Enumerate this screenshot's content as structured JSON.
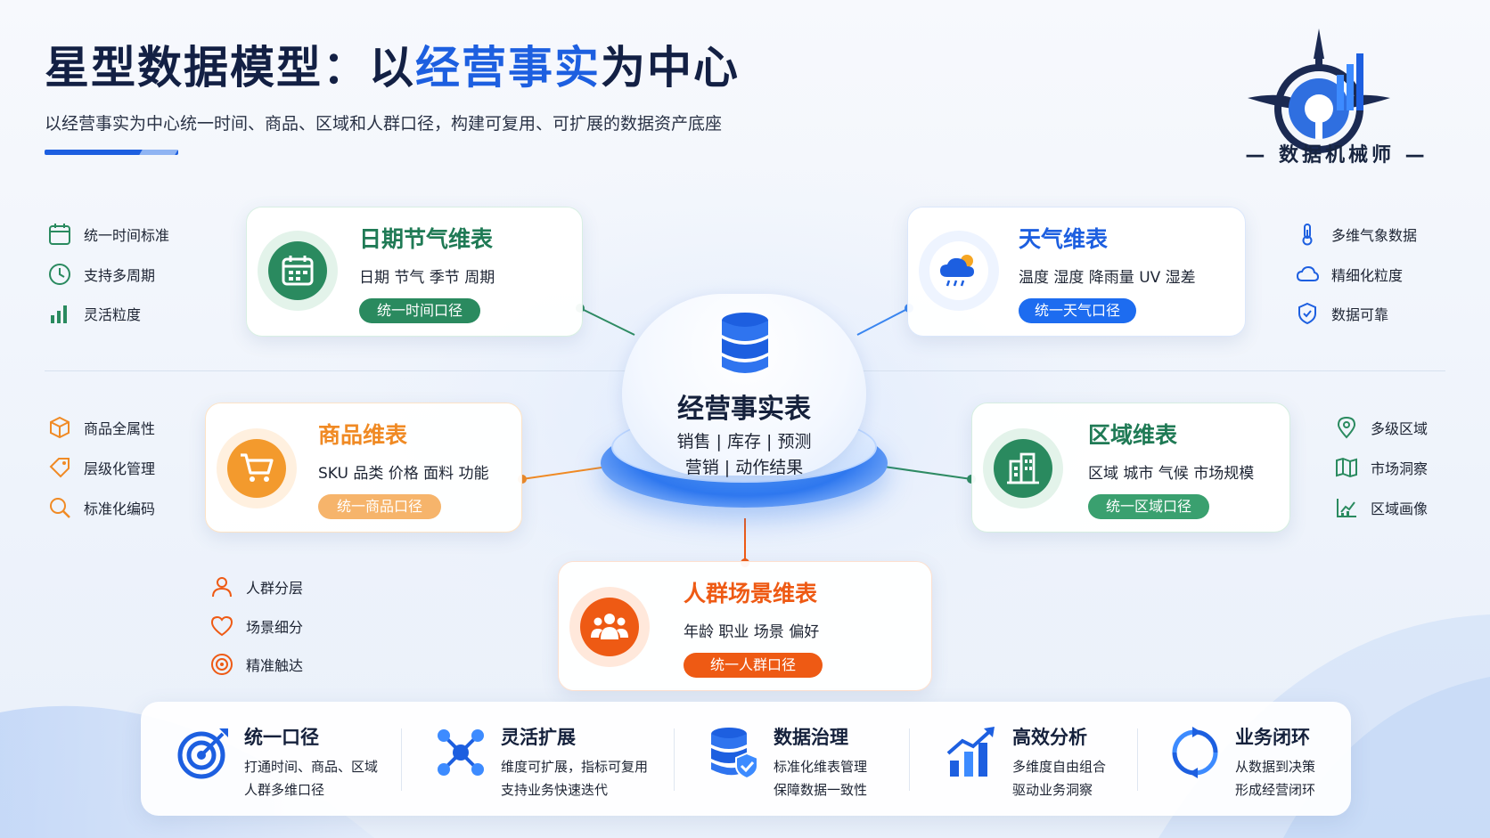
{
  "header": {
    "title_part1": "星型数据模型：以",
    "title_highlight": "经营事实",
    "title_part2": "为中心",
    "subtitle": "以经营事实为中心统一时间、商品、区域和人群口径，构建可复用、可扩展的数据资产底座"
  },
  "brand": {
    "name": "— 数据机械师 —"
  },
  "center": {
    "icon": "database-icon",
    "title": "经营事实表",
    "line1": "销售 | 库存 | 预测",
    "line2": "营销 | 动作结果"
  },
  "cards": {
    "date": {
      "title": "日期节气维表",
      "fields": "日期  节气  季节  周期",
      "pill": "统一时间口径",
      "icon": "calendar-icon",
      "color": "#1f7a55"
    },
    "weather": {
      "title": "天气维表",
      "fields": "温度  湿度  降雨量  UV  湿差",
      "pill": "统一天气口径",
      "icon": "weather-icon",
      "color": "#1d5fe0"
    },
    "product": {
      "title": "商品维表",
      "fields": "SKU  品类  价格  面料  功能",
      "pill": "统一商品口径",
      "icon": "shopping-cart-icon",
      "color": "#f08a24"
    },
    "region": {
      "title": "区域维表",
      "fields": "区域  城市  气候  市场规模",
      "pill": "统一区域口径",
      "icon": "buildings-icon",
      "color": "#1f7a55"
    },
    "people": {
      "title": "人群场景维表",
      "fields": "年龄  职业  场景  偏好",
      "pill": "统一人群口径",
      "icon": "people-icon",
      "color": "#ee5a14"
    }
  },
  "side_lists": {
    "date": [
      {
        "label": "统一时间标准",
        "icon": "calendar-icon"
      },
      {
        "label": "支持多周期",
        "icon": "clock-icon"
      },
      {
        "label": "灵活粒度",
        "icon": "bar-chart-icon"
      }
    ],
    "weather": [
      {
        "label": "多维气象数据",
        "icon": "thermometer-icon"
      },
      {
        "label": "精细化粒度",
        "icon": "cloud-icon"
      },
      {
        "label": "数据可靠",
        "icon": "shield-check-icon"
      }
    ],
    "product": [
      {
        "label": "商品全属性",
        "icon": "cube-icon"
      },
      {
        "label": "层级化管理",
        "icon": "tag-icon"
      },
      {
        "label": "标准化编码",
        "icon": "search-icon"
      }
    ],
    "region": [
      {
        "label": "多级区域",
        "icon": "location-pin-icon"
      },
      {
        "label": "市场洞察",
        "icon": "map-icon"
      },
      {
        "label": "区域画像",
        "icon": "chart-icon"
      }
    ],
    "people": [
      {
        "label": "人群分层",
        "icon": "user-icon"
      },
      {
        "label": "场景细分",
        "icon": "heart-icon"
      },
      {
        "label": "精准触达",
        "icon": "target-icon"
      }
    ]
  },
  "features": [
    {
      "title": "统一口径",
      "line1": "打通时间、商品、区域",
      "line2": "人群多维口径",
      "icon": "target-icon"
    },
    {
      "title": "灵活扩展",
      "line1": "维度可扩展，指标可复用",
      "line2": "支持业务快速迭代",
      "icon": "network-icon"
    },
    {
      "title": "数据治理",
      "line1": "标准化维表管理",
      "line2": "保障数据一致性",
      "icon": "database-shield-icon"
    },
    {
      "title": "高效分析",
      "line1": "多维度自由组合",
      "line2": "驱动业务洞察",
      "icon": "growth-chart-icon"
    },
    {
      "title": "业务闭环",
      "line1": "从数据到决策",
      "line2": "形成经营闭环",
      "icon": "cycle-icon"
    }
  ],
  "colors": {
    "primary_blue": "#1d5fe0",
    "green": "#1f7a55",
    "orange": "#f08a24",
    "deep_orange": "#ee5a14",
    "dark_text": "#15213c"
  }
}
